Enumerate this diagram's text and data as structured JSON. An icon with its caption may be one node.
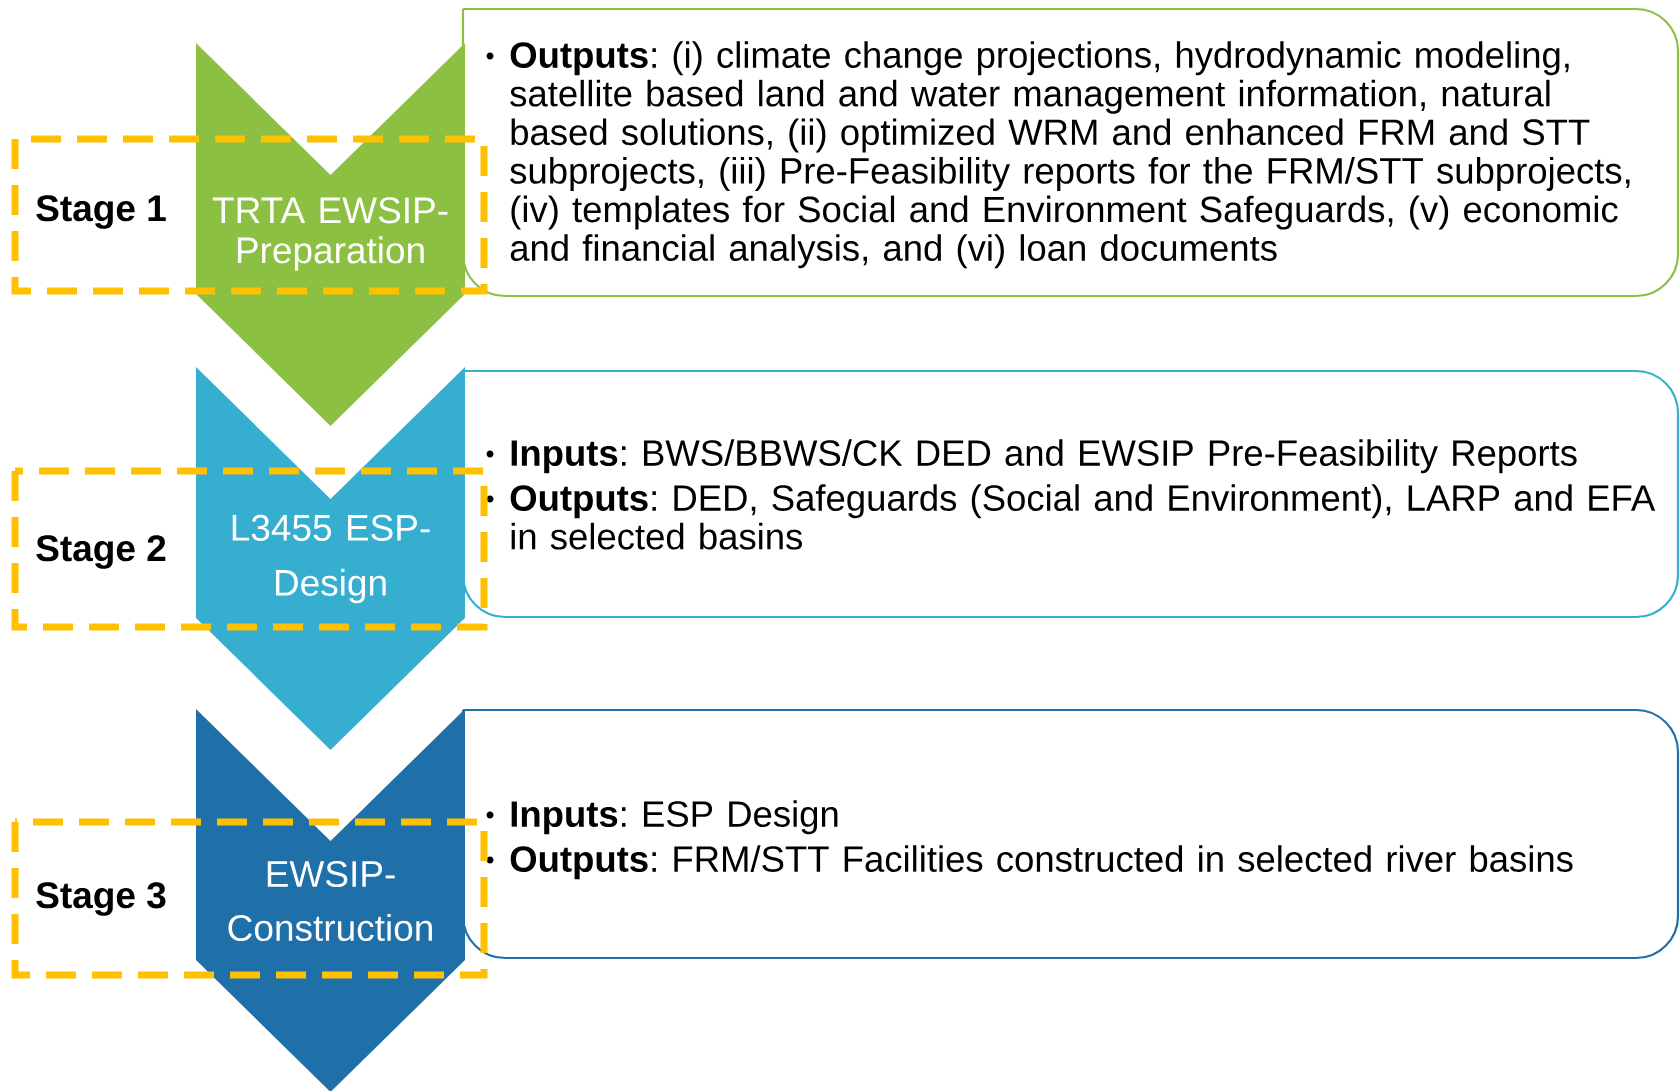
{
  "diagram": {
    "nodes": [
      {
        "text": [
          "Stage 1"
        ]
      },
      {
        "text": [
          "TRTA EWSIP- Preparation"
        ]
      },
      {
        "text": [
          "**Outputs**: (i) climate change projections, hydrodynamic modeling, satellite based land and water management information, natural based solutions, (ii) optimized WRM and enhanced FRM and STT subprojects, (iii) Pre-Feasibility reports for the FRM/STT subprojects, (iv) templates for Social and Environment Safeguards, (v) economic and financial analysis, and (vi) loan documents"
        ]
      },
      {
        "text": [
          "Stage 2"
        ]
      },
      {
        "text": [
          "L3455 ESP- Design"
        ]
      },
      {
        "text": [
          "**Inputs**: BWS/BBWS/CK DED and EWSIP Pre-Feasibility Reports",
          "**Outputs**: DED, Safeguards (Social and Environment), LARP and EFA in selected basins"
        ]
      },
      {
        "text": [
          "Stage 3"
        ]
      },
      {
        "text": [
          "EWSIP- Construction"
        ]
      },
      {
        "text": [
          "**Inputs**: ESP Design",
          "**Outputs**: FRM/STT Facilities constructed in selected river basins"
        ]
      }
    ]
  }
}
